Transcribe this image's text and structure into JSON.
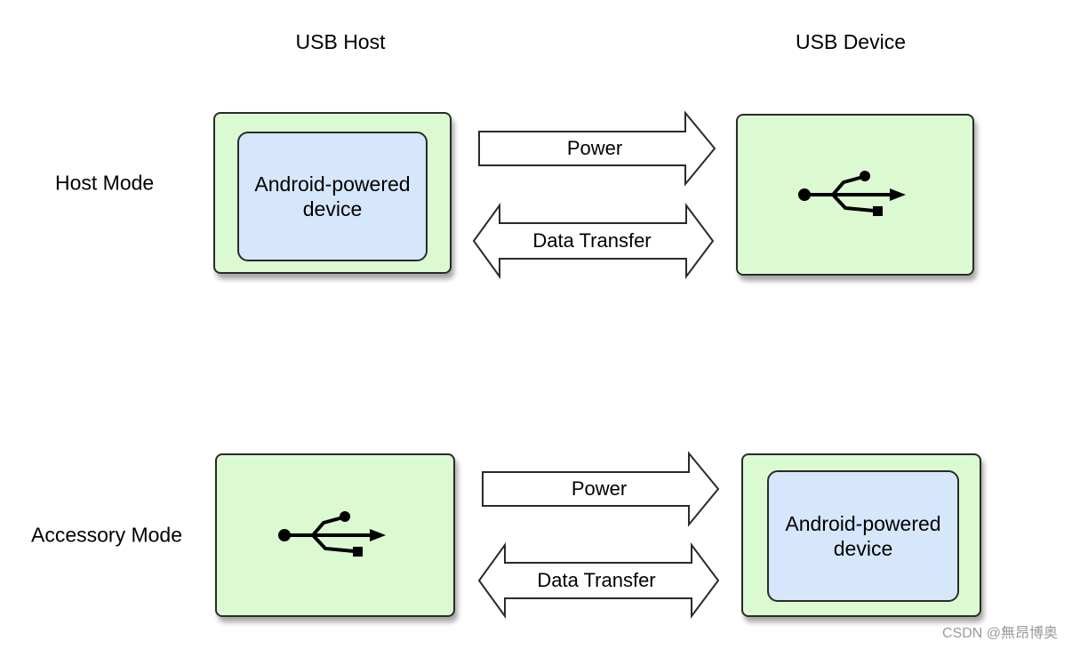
{
  "columns": {
    "host": "USB Host",
    "device": "USB Device"
  },
  "rows": [
    {
      "mode": "Host Mode",
      "host_side": {
        "content": "android",
        "label_line1": "Android-powered",
        "label_line2": "device"
      },
      "device_side": {
        "content": "usb-icon"
      },
      "power_label": "Power",
      "data_label": "Data Transfer"
    },
    {
      "mode": "Accessory Mode",
      "host_side": {
        "content": "usb-icon"
      },
      "device_side": {
        "content": "android",
        "label_line1": "Android-powered",
        "label_line2": "device"
      },
      "power_label": "Power",
      "data_label": "Data Transfer"
    }
  ],
  "watermark": "CSDN @無昂博奥",
  "colors": {
    "device_fill": "#dcfad2",
    "android_fill": "#d6e6fb",
    "outline": "#2a2a2a"
  }
}
